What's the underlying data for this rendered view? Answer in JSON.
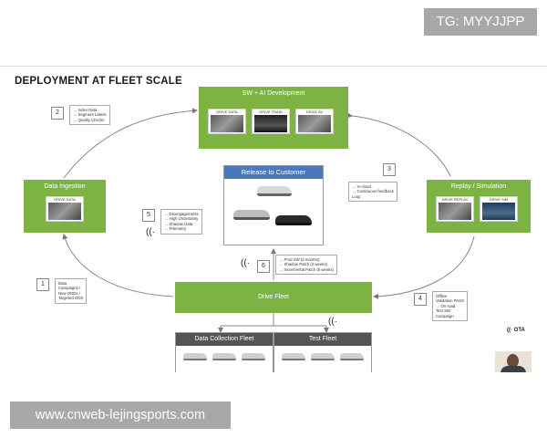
{
  "watermark_top": "TG: MYYJJPP",
  "watermark_bottom": "www.cnweb-lejingsports.com",
  "slide": {
    "title": "DEPLOYMENT AT FLEET SCALE",
    "sw_ai": {
      "title": "SW + AI Development",
      "thumbs": [
        "DRIVE DATA",
        "DRIVE TRAIN",
        "DRIVE AV"
      ]
    },
    "data_ingestion": {
      "title": "Data Ingestion",
      "thumb": "DRIVE DATA"
    },
    "replay": {
      "title": "Replay / Simulation",
      "thumbs": [
        "DRIVE REPLAY",
        "DRIVE SIM"
      ]
    },
    "release": {
      "title": "Release to Customer"
    },
    "drive_fleet": {
      "title": "Drive Fleet"
    },
    "data_collection_fleet": {
      "title": "Data Collection Fleet"
    },
    "test_fleet": {
      "title": "Test Fleet"
    },
    "ota_label": "OTA",
    "steps": [
      {
        "num": "1",
        "lines": [
          "Data",
          "Campaigns /",
          "New ODDs /",
          "Targeted ODD"
        ]
      },
      {
        "num": "2",
        "lines": [
          "→ Index Data",
          "→ Segment Labels",
          "→ Quality Checks"
        ]
      },
      {
        "num": "3",
        "lines": [
          "→ In-cloud",
          "→ Continuous feedback",
          "Loop"
        ]
      },
      {
        "num": "4",
        "lines": [
          "Offline",
          "Validation PASS",
          "→ On-road",
          "Test SW",
          "Campaign"
        ]
      },
      {
        "num": "5",
        "lines": [
          "→ Disengagements",
          "→ High Uncertainty",
          "→ Shadow Data",
          "→ Telemetry"
        ]
      },
      {
        "num": "6",
        "lines": [
          "→ Prod SW (3 months)",
          "→ Shadow Patch (2 weeks)",
          "→ Incremental Patch (5 weeks)"
        ]
      }
    ]
  }
}
